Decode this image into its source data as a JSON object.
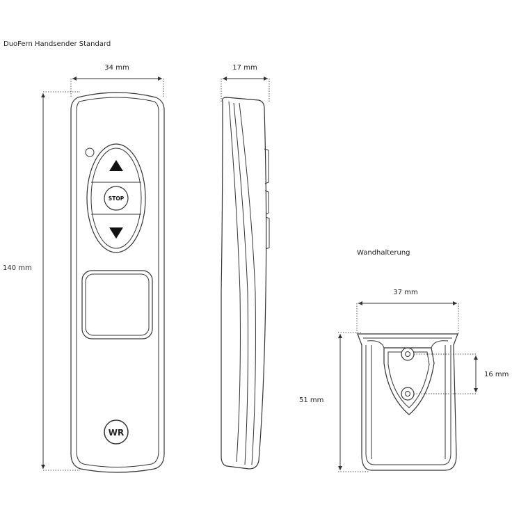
{
  "title": "DuoFern Handsender Standard",
  "remote": {
    "width_label": "34 mm",
    "depth_label": "17 mm",
    "height_label": "140 mm",
    "stop_label": "STOP",
    "logo_label": "WR"
  },
  "bracket": {
    "title": "Wandhalterung",
    "width_label": "37 mm",
    "height_label": "51 mm",
    "hole_spacing_label": "16 mm"
  },
  "colors": {
    "line": "#333333",
    "background": "#ffffff"
  }
}
